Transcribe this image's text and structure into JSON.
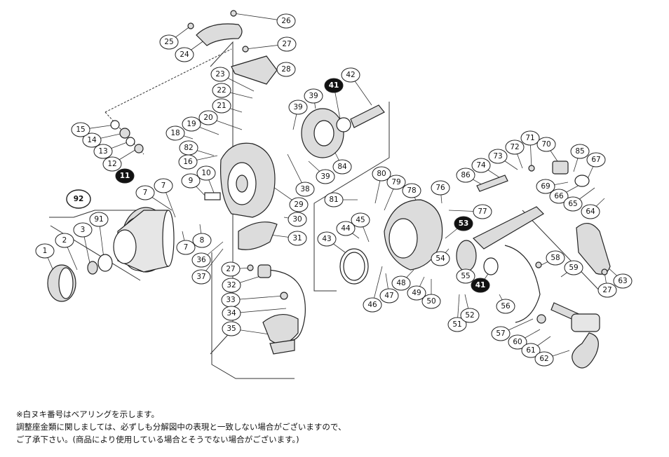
{
  "callouts": [
    {
      "label": "1"
    },
    {
      "label": "2"
    },
    {
      "label": "3"
    },
    {
      "label": "91"
    },
    {
      "label": "92",
      "large": true
    },
    {
      "label": "7"
    },
    {
      "label": "7"
    },
    {
      "label": "7"
    },
    {
      "label": "9"
    },
    {
      "label": "10"
    },
    {
      "label": "8"
    },
    {
      "label": "12"
    },
    {
      "label": "11",
      "filled": true
    },
    {
      "label": "13"
    },
    {
      "label": "14"
    },
    {
      "label": "15"
    },
    {
      "label": "16"
    },
    {
      "label": "82"
    },
    {
      "label": "18"
    },
    {
      "label": "19"
    },
    {
      "label": "20"
    },
    {
      "label": "21"
    },
    {
      "label": "22"
    },
    {
      "label": "23"
    },
    {
      "label": "24"
    },
    {
      "label": "25"
    },
    {
      "label": "26"
    },
    {
      "label": "27"
    },
    {
      "label": "28"
    },
    {
      "label": "29"
    },
    {
      "label": "30"
    },
    {
      "label": "31"
    },
    {
      "label": "36"
    },
    {
      "label": "37"
    },
    {
      "label": "27"
    },
    {
      "label": "32"
    },
    {
      "label": "33"
    },
    {
      "label": "34"
    },
    {
      "label": "35"
    },
    {
      "label": "38"
    },
    {
      "label": "39"
    },
    {
      "label": "39"
    },
    {
      "label": "39"
    },
    {
      "label": "41",
      "filled": true
    },
    {
      "label": "42"
    },
    {
      "label": "84"
    },
    {
      "label": "81"
    },
    {
      "label": "80"
    },
    {
      "label": "79"
    },
    {
      "label": "78"
    },
    {
      "label": "76"
    },
    {
      "label": "77"
    },
    {
      "label": "53",
      "filled": true
    },
    {
      "label": "44"
    },
    {
      "label": "45"
    },
    {
      "label": "43"
    },
    {
      "label": "46"
    },
    {
      "label": "47"
    },
    {
      "label": "48"
    },
    {
      "label": "49"
    },
    {
      "label": "50"
    },
    {
      "label": "51"
    },
    {
      "label": "52"
    },
    {
      "label": "54"
    },
    {
      "label": "55"
    },
    {
      "label": "41",
      "filled": true
    },
    {
      "label": "56"
    },
    {
      "label": "57"
    },
    {
      "label": "60"
    },
    {
      "label": "61"
    },
    {
      "label": "62"
    },
    {
      "label": "58"
    },
    {
      "label": "59"
    },
    {
      "label": "27"
    },
    {
      "label": "63"
    },
    {
      "label": "86"
    },
    {
      "label": "74"
    },
    {
      "label": "73"
    },
    {
      "label": "72"
    },
    {
      "label": "71"
    },
    {
      "label": "70"
    },
    {
      "label": "85"
    },
    {
      "label": "67"
    },
    {
      "label": "69"
    },
    {
      "label": "66"
    },
    {
      "label": "65"
    },
    {
      "label": "64"
    }
  ],
  "notes": {
    "line1": "※白ヌキ番号はベアリングを示します。",
    "line2": "調整座金類に関しましては、必ずしも分解図中の表現と一致しない場合がございますので、",
    "line3": "ご了承下さい。(商品により使用している場合とそうでない場合がございます。)"
  }
}
